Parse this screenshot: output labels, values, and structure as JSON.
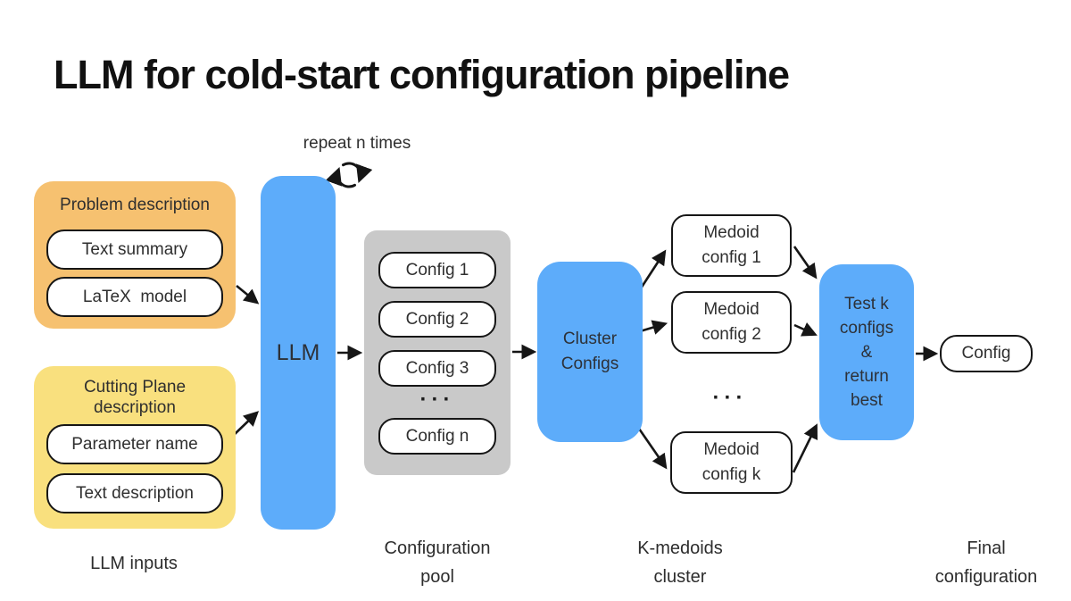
{
  "title": "LLM for cold-start configuration pipeline",
  "repeat_label": "repeat n times",
  "colors": {
    "orange": "#F6C170",
    "yellow": "#F9E07E",
    "blue": "#5DACFA",
    "gray": "#C9C9C9",
    "arrow": "#161616"
  },
  "icons": {
    "repeat_icon": "circular-arrows"
  },
  "problem_group": {
    "title": "Problem description",
    "items": [
      "Text summary",
      "LaTeX  model"
    ]
  },
  "cutting_group": {
    "title": "Cutting Plane\ndescription",
    "items": [
      "Parameter name",
      "Text description"
    ]
  },
  "llm_label": "LLM",
  "pool": {
    "items": [
      "Config 1",
      "Config 2",
      "Config 3"
    ],
    "ellipsis": "···",
    "item_n": "Config n"
  },
  "cluster_label": "Cluster\nConfigs",
  "medoids": {
    "items": [
      "Medoid\nconfig 1",
      "Medoid\nconfig 2"
    ],
    "ellipsis": "···",
    "item_k": "Medoid\nconfig k"
  },
  "test_label": "Test k\nconfigs\n&\nreturn\nbest",
  "final_label": "Config",
  "captions": {
    "inputs": "LLM inputs",
    "pool": "Configuration\npool",
    "cluster": "K-medoids\ncluster",
    "final": "Final\nconfiguration"
  }
}
